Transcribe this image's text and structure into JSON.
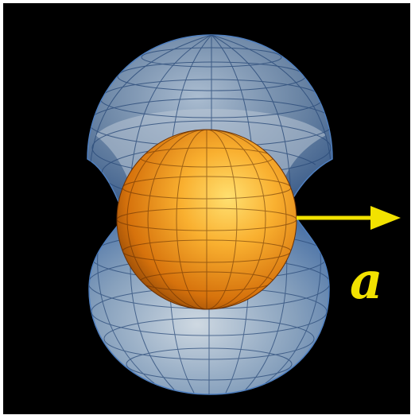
{
  "diagram": {
    "label": "a",
    "colors": {
      "background": "#000000",
      "shell": "#a9c9ec",
      "shell_edge": "#4f7fbf",
      "core": "#f29a1c",
      "core_highlight": "#ffe070",
      "arrow": "#f2e200"
    },
    "elements": [
      {
        "name": "upper-translucent-shell"
      },
      {
        "name": "lower-translucent-shell"
      },
      {
        "name": "orange-core-sphere"
      },
      {
        "name": "acceleration-arrow"
      }
    ]
  }
}
